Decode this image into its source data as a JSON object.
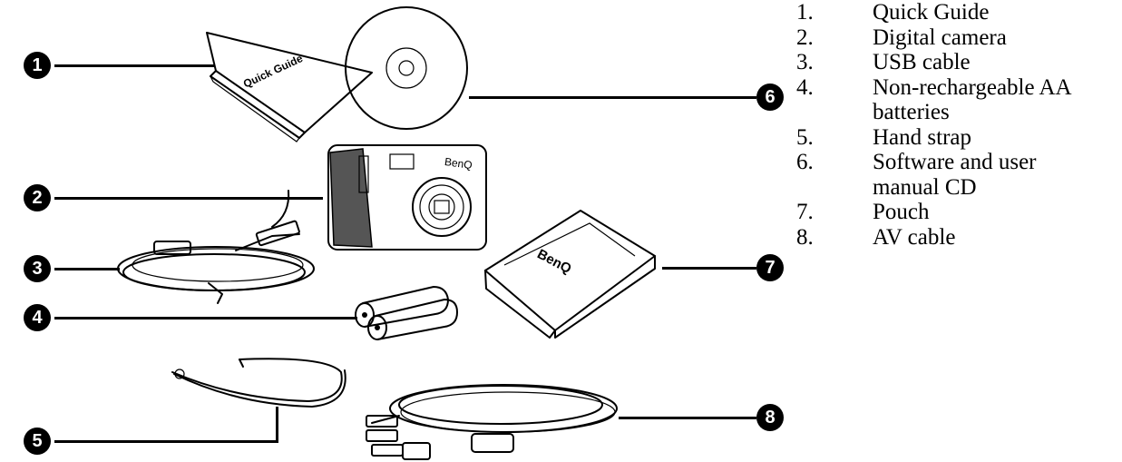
{
  "callouts": [
    "1",
    "2",
    "3",
    "4",
    "5",
    "6",
    "7",
    "8"
  ],
  "book_label": "Quick Guide",
  "camera_brand": "BenQ",
  "pouch_brand": "BenQ",
  "legend": [
    {
      "num": "1.",
      "lines": [
        "Quick Guide"
      ]
    },
    {
      "num": "2.",
      "lines": [
        "Digital camera"
      ]
    },
    {
      "num": "3.",
      "lines": [
        "USB cable"
      ]
    },
    {
      "num": "4.",
      "lines": [
        "Non-rechargeable AA",
        "batteries"
      ]
    },
    {
      "num": "5.",
      "lines": [
        "Hand strap"
      ]
    },
    {
      "num": "6.",
      "lines": [
        "Software and user",
        "manual CD"
      ]
    },
    {
      "num": "7.",
      "lines": [
        "Pouch"
      ]
    },
    {
      "num": "8.",
      "lines": [
        "AV cable"
      ]
    }
  ]
}
